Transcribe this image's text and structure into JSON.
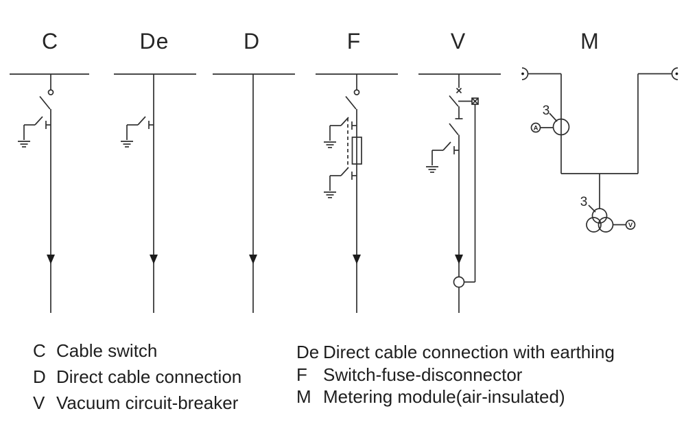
{
  "diagram": {
    "title_letters": [
      "C",
      "De",
      "D",
      "F",
      "V",
      "M"
    ],
    "columns": [
      {
        "id": "C",
        "label": "C"
      },
      {
        "id": "De",
        "label": "De"
      },
      {
        "id": "D",
        "label": "D"
      },
      {
        "id": "F",
        "label": "F"
      },
      {
        "id": "V",
        "label": "V"
      },
      {
        "id": "M",
        "label": "M"
      }
    ],
    "annotations": {
      "ct_count_label": "3",
      "vt_count_label": "3",
      "ammeter_label": "A",
      "voltmeter_label": "V"
    }
  },
  "legend": {
    "left": [
      {
        "key": "C",
        "description": "Cable switch"
      },
      {
        "key": "D",
        "description": "Direct cable connection"
      },
      {
        "key": "V",
        "description": "Vacuum circuit-breaker"
      }
    ],
    "right": [
      {
        "key": "De",
        "description": "Direct cable connection with earthing"
      },
      {
        "key": "F",
        "description": "Switch-fuse-disconnector"
      },
      {
        "key": "M",
        "description": "Metering module(air-insulated)"
      }
    ]
  },
  "colors": {
    "line": "#2e2e2e",
    "text": "#262626",
    "background": "#ffffff"
  }
}
